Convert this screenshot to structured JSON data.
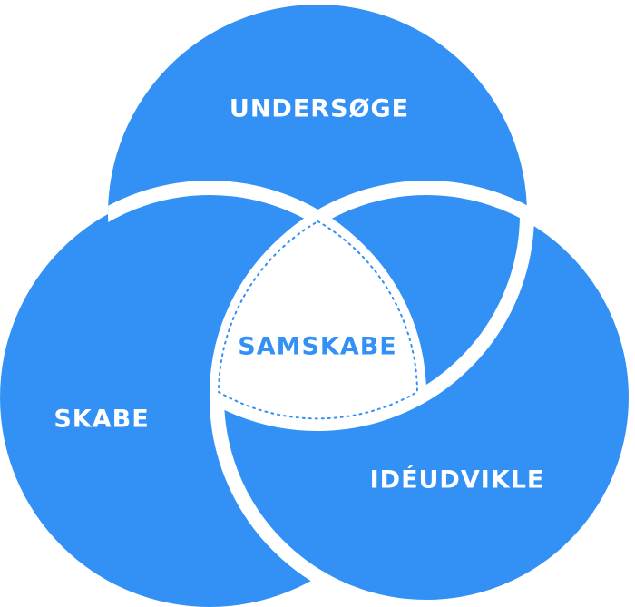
{
  "diagram": {
    "type": "venn",
    "circles": [
      {
        "label": "UNDERSØGE"
      },
      {
        "label": "SKABE"
      },
      {
        "label": "IDÉUDVIKLE"
      }
    ],
    "center_label": "SAMSKABE"
  },
  "colors": {
    "circle": "#3391f5",
    "label": "#ffffff",
    "center_label": "#3391f5",
    "center_outline": "#3391f5",
    "background": "#ffffff"
  }
}
